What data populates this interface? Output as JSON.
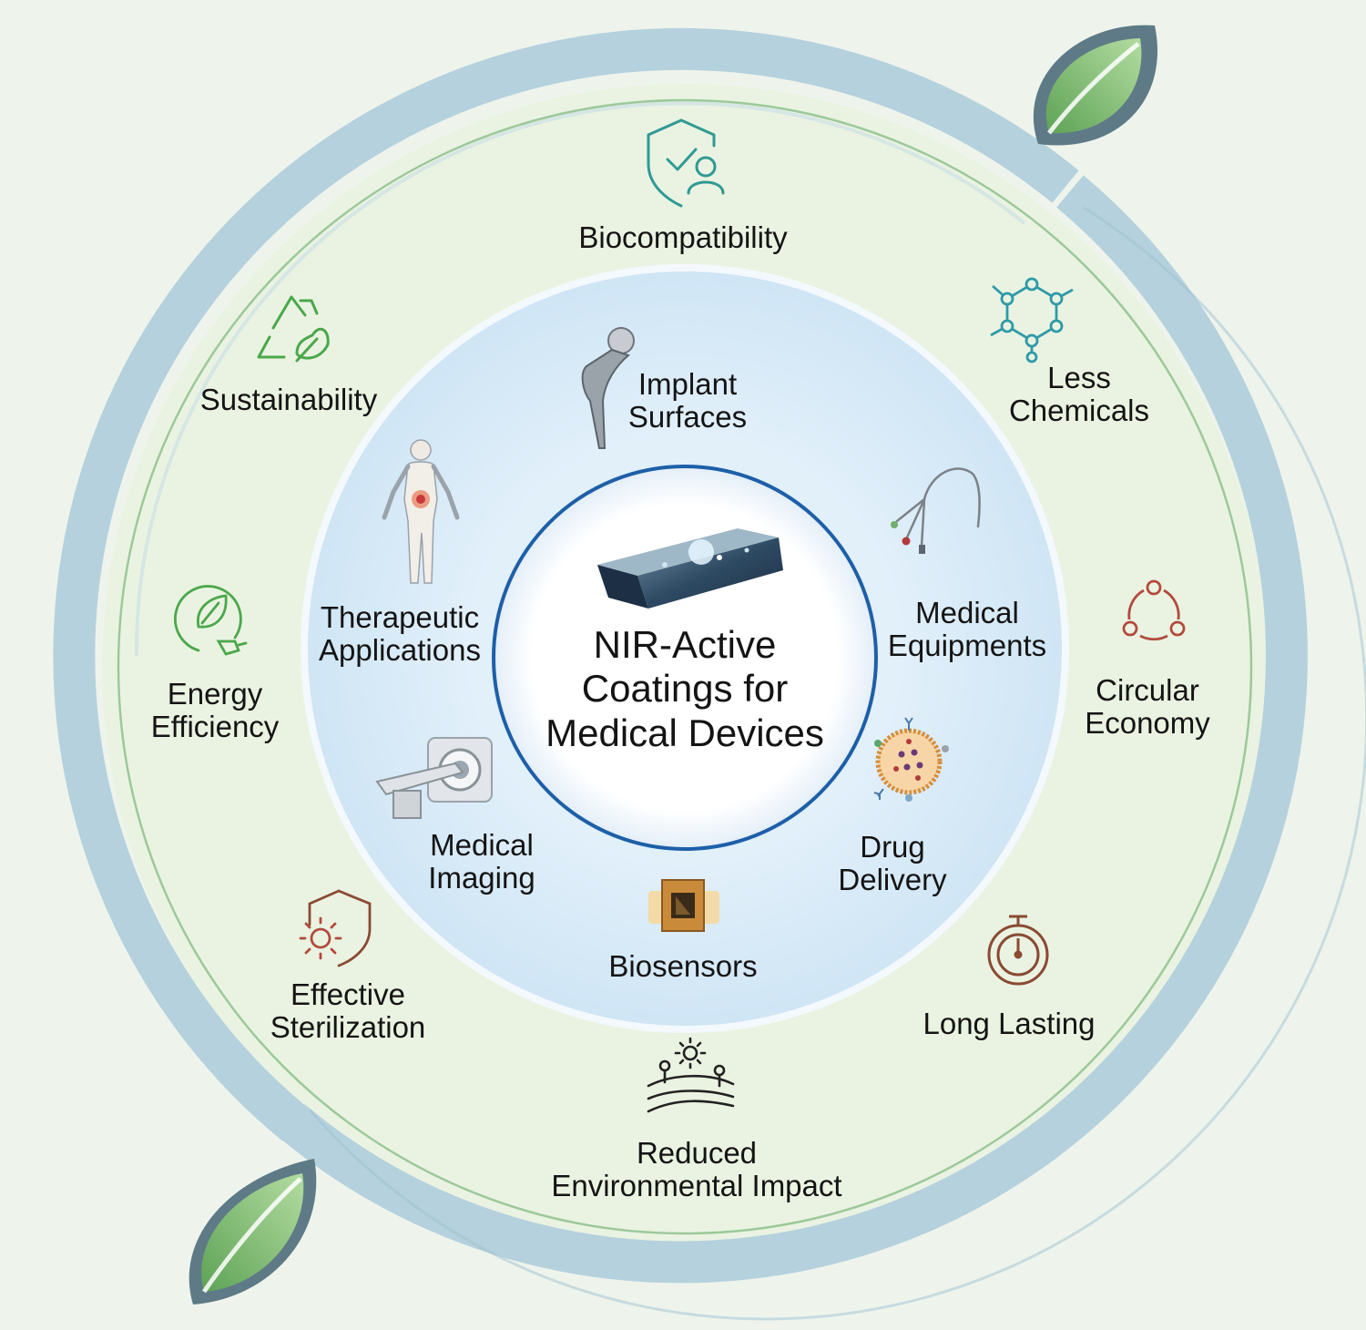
{
  "center": {
    "title": "NIR-Active\nCoatings for\nMedical Devices"
  },
  "inner_ring": [
    {
      "label": "Implant\nSurfaces",
      "icon": "hip-implant-icon"
    },
    {
      "label": "Medical\nEquipments",
      "icon": "catheter-icon"
    },
    {
      "label": "Drug\nDelivery",
      "icon": "nanoparticle-icon"
    },
    {
      "label": "Biosensors",
      "icon": "chip-icon"
    },
    {
      "label": "Medical\nImaging",
      "icon": "ct-scanner-icon"
    },
    {
      "label": "Therapeutic\nApplications",
      "icon": "human-body-icon"
    }
  ],
  "outer_ring": [
    {
      "label": "Biocompatibility",
      "icon": "shield-person-icon"
    },
    {
      "label": "Less\nChemicals",
      "icon": "molecule-icon"
    },
    {
      "label": "Circular\nEconomy",
      "icon": "cycle-icon"
    },
    {
      "label": "Long Lasting",
      "icon": "stopwatch-icon"
    },
    {
      "label": "Reduced\nEnvironmental Impact",
      "icon": "landscape-icon"
    },
    {
      "label": "Effective\nSterilization",
      "icon": "shield-virus-icon"
    },
    {
      "label": "Energy\nEfficiency",
      "icon": "leaf-plug-icon"
    },
    {
      "label": "Sustainability",
      "icon": "recycle-leaf-icon"
    }
  ],
  "colors": {
    "background": "#eef4ec",
    "outer_disc": "#edf5e4",
    "arrow_ring": "#b4d0dc",
    "inner_disc": "#d4e8f6",
    "center_border": "#1d5fa8",
    "leaf": "#8cc27a",
    "icon_teal": "#2f9a94",
    "icon_green": "#4aa84a",
    "icon_brown": "#8a4a32"
  }
}
